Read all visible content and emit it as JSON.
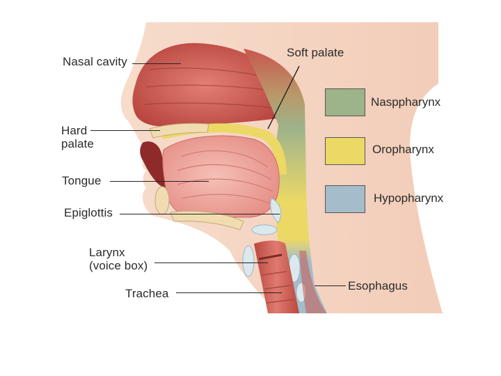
{
  "labels": {
    "nasal_cavity": "Nasal cavity",
    "soft_palate": "Soft palate",
    "hard_palate": "Hard\npalate",
    "tongue": "Tongue",
    "epiglottis": "Epiglottis",
    "larynx": "Larynx\n(voice box)",
    "trachea": "Trachea",
    "esophagus": "Esophagus"
  },
  "legend": [
    {
      "label": "Nasppharynx",
      "color": "#9db38a"
    },
    {
      "label": "Oropharynx",
      "color": "#ecd865"
    },
    {
      "label": "Hypopharynx",
      "color": "#a5bccb"
    }
  ],
  "colors": {
    "skin": "#f5d9c8",
    "muscle_red": "#c9574f",
    "muscle_light": "#f0a9a2",
    "nasopharynx": "#9db38a",
    "oropharynx": "#ecd865",
    "hypopharynx": "#a5bccb",
    "cartilage": "#dbe9ef",
    "bone": "#f0dcb0"
  }
}
